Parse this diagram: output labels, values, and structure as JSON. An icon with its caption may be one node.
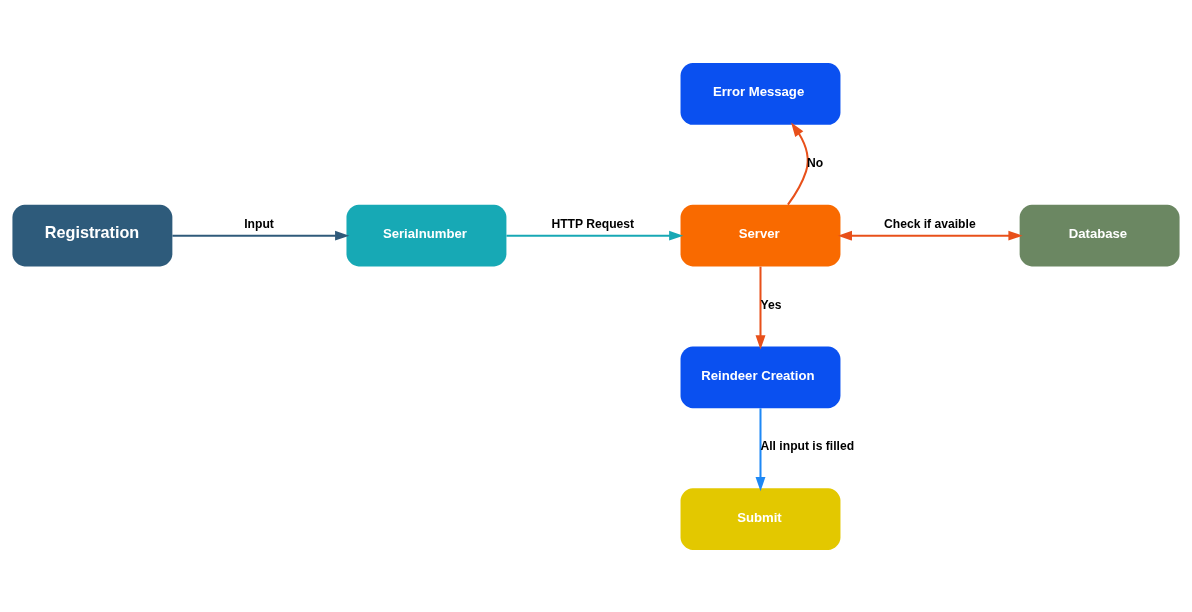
{
  "diagram": {
    "nodes": [
      {
        "text": [
          "Registration"
        ]
      },
      {
        "text": [
          "Serialnumber"
        ]
      },
      {
        "text": [
          "Server"
        ]
      },
      {
        "text": [
          "Error Message"
        ]
      },
      {
        "text": [
          "Database"
        ]
      },
      {
        "text": [
          "Reindeer Creation"
        ]
      },
      {
        "text": [
          "Submit"
        ]
      }
    ],
    "edges": [
      {
        "from": 0,
        "to": 1,
        "arrow": "to",
        "label": "Input",
        "color": "#2f5a7a"
      },
      {
        "from": 1,
        "to": 2,
        "arrow": "to",
        "label": "HTTP Request",
        "color": "#17a8b5"
      },
      {
        "from": 2,
        "to": 3,
        "arrow": "to",
        "label": "No",
        "color": "#e8501a"
      },
      {
        "from": 2,
        "to": 4,
        "arrow": "both",
        "label": "Check if avaible",
        "color": "#e8501a"
      },
      {
        "from": 2,
        "to": 5,
        "arrow": "to",
        "label": "Yes",
        "color": "#e8501a"
      },
      {
        "from": 5,
        "to": 6,
        "arrow": "to",
        "label": "All input is filled",
        "color": "#1e88f5"
      }
    ]
  }
}
